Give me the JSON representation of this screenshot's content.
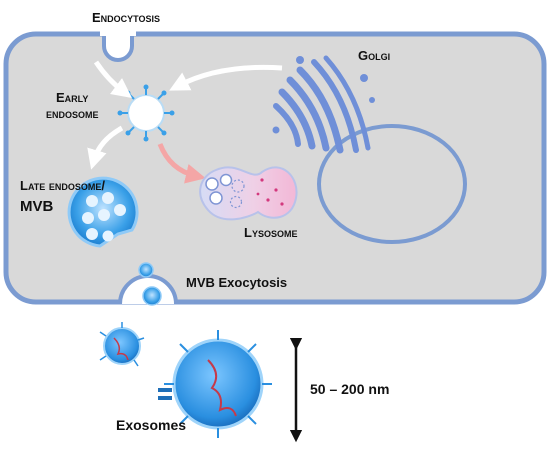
{
  "labels": {
    "endocytosis": "Endocytosis",
    "golgi": "Golgi",
    "early_endosome_1": "Early",
    "early_endosome_2": "endosome",
    "late_endosome_1": "Late endosome/",
    "late_endosome_2": "MVB",
    "lysosome": "Lysosome",
    "mvb_exocytosis": "MVB Exocytosis",
    "exosomes": "Exosomes",
    "size_range": "50 – 200 nm"
  },
  "colors": {
    "cell_fill": "#d9d9d9",
    "cell_border": "#7b9bd1",
    "vesicle_blue": "#3aa0e8",
    "golgi_blue": "#6f8fd8",
    "lysosome_pink": "#e8a0c8",
    "arrow_white": "#ffffff",
    "arrow_pink": "#f4a6a6"
  }
}
